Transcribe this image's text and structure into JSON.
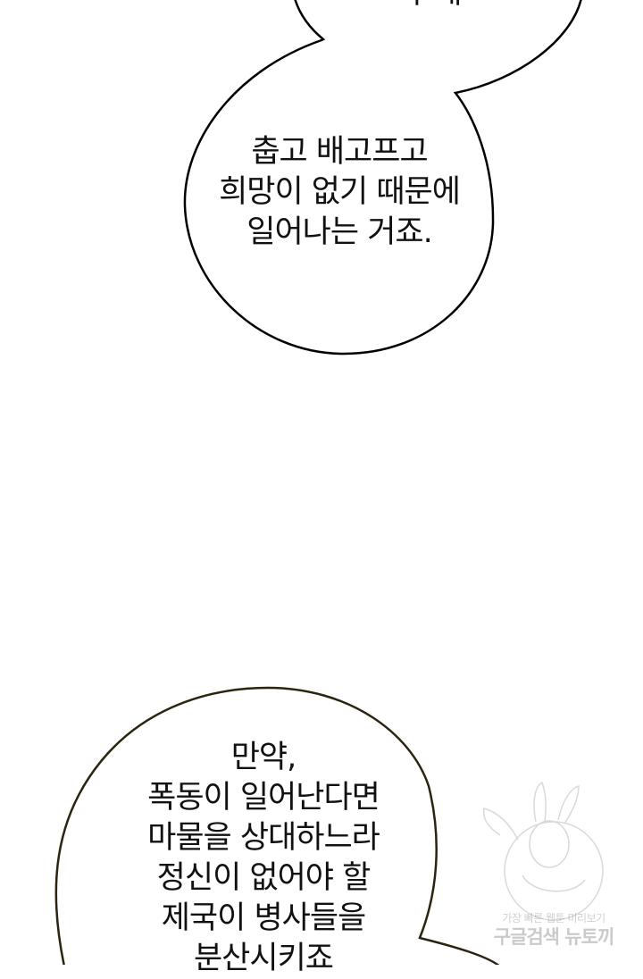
{
  "bubbles": [
    {
      "lines": [
        "춥고 배고프고",
        "희망이 없기 때문에",
        "일어나는 거죠."
      ]
    },
    {
      "lines": [
        "만약,",
        "폭동이 일어난다면",
        "마물을 상대하느라",
        "정신이 없어야 할",
        "제국이 병사들을",
        "분산시키죠"
      ]
    }
  ],
  "cutoff_text": "라 해",
  "watermark": {
    "small": "가장 빠른 웹툰 미리보기",
    "large": "구글검색 뉴토끼"
  }
}
